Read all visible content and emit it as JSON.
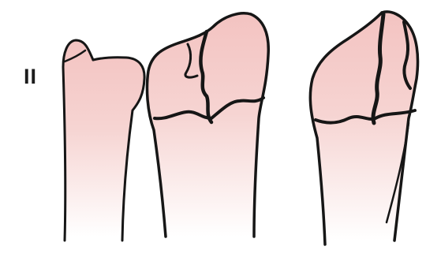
{
  "figure": {
    "panel_label": "II",
    "colors": {
      "bone_fill_top": "#f3c3c1",
      "bone_fill_bottom": "#ffffff",
      "outline": "#161616"
    },
    "bones": [
      {
        "name": "fracture-fragment-small"
      },
      {
        "name": "fracture-two-part"
      },
      {
        "name": "fracture-comminuted"
      }
    ]
  }
}
